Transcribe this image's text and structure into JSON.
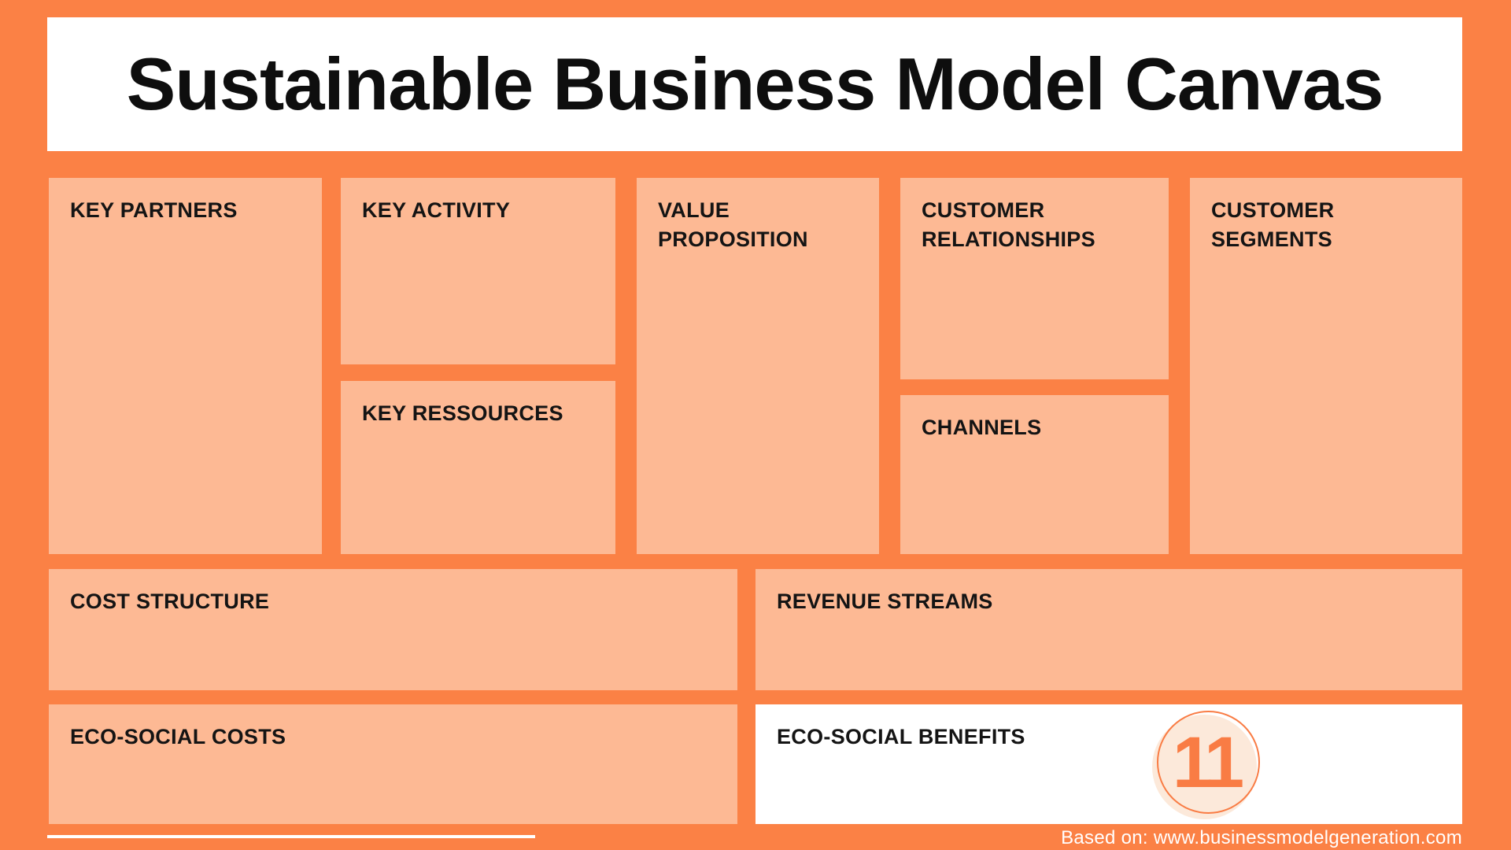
{
  "page": {
    "title": "Sustainable Business Model Canvas"
  },
  "sections": {
    "key_partners": "KEY PARTNERS",
    "key_activity": "KEY ACTIVITY",
    "key_ressources": "KEY RESSOURCES",
    "value_proposition": "VALUE PROPOSITION",
    "customer_relationships": "CUSTOMER RELATIONSHIPS",
    "channels": "CHANNELS",
    "customer_segments": "CUSTOMER SEGMENTS",
    "cost_structure": "COST STRUCTURE",
    "revenue_streams": "REVENUE STREAMS",
    "eco_social_costs": "ECO-SOCIAL COSTS",
    "eco_social_benefits": "ECO-SOCIAL BENEFITS"
  },
  "badge": {
    "number": "11"
  },
  "footer": {
    "credit": "Based on: www.businessmodelgeneration.com"
  },
  "colors": {
    "background_orange": "#FB8145",
    "panel_peach": "#FDB994",
    "panel_white": "#FFFFFF",
    "badge_fill": "#FCE9DA",
    "badge_accent": "#F97C44",
    "text_black": "#141414",
    "text_white": "#FFFFFF"
  }
}
